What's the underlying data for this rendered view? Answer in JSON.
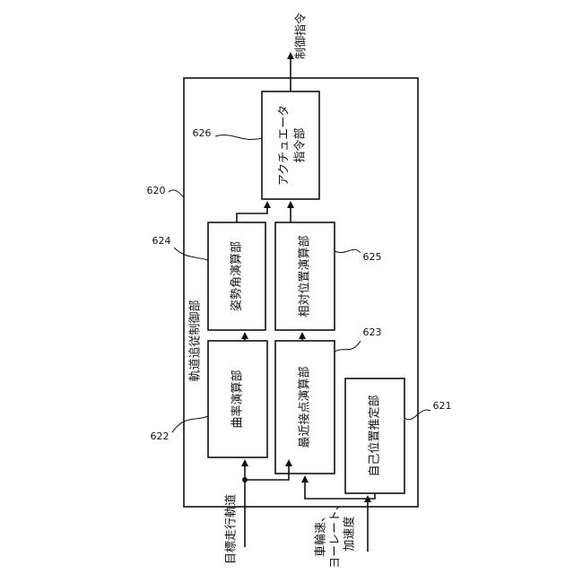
{
  "controller": {
    "number": "620",
    "label": "軌道追従制御部"
  },
  "blocks": {
    "actuator": {
      "number": "626",
      "line1": "アクチュエータ",
      "line2": "指令部"
    },
    "attitude": {
      "number": "624",
      "label": "姿勢角演算部"
    },
    "relative": {
      "number": "625",
      "label": "相対位置演算部"
    },
    "curvature": {
      "number": "622",
      "label": "曲率演算部"
    },
    "nearest": {
      "number": "623",
      "label": "最近接点演算部"
    },
    "self_position": {
      "number": "621",
      "label": "自己位置推定部"
    }
  },
  "signals": {
    "output": "制御指令",
    "input_trajectory": "目標走行軌道",
    "input_sensors": [
      "車輪速、",
      "ヨーレート、",
      "加速度"
    ]
  }
}
